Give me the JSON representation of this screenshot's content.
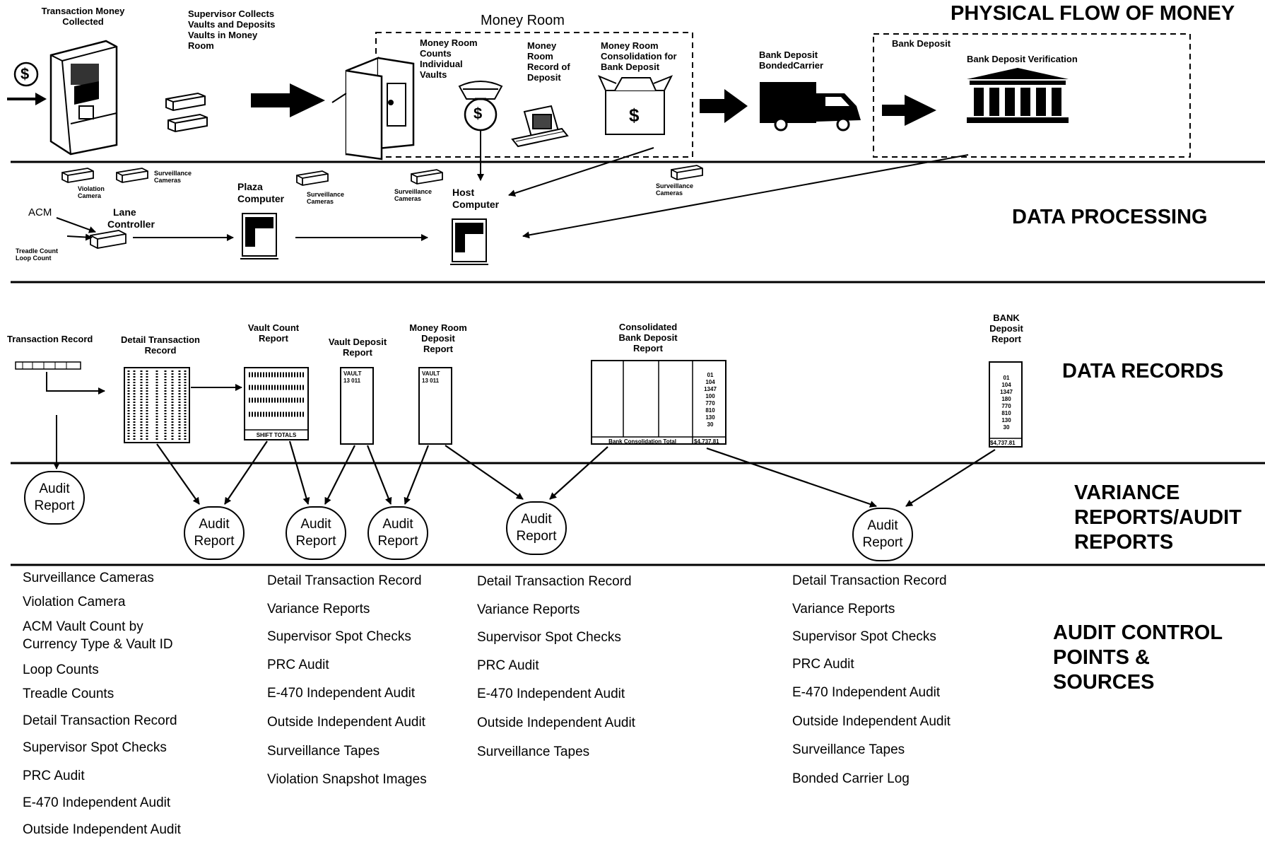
{
  "sections": {
    "physical_flow": "PHYSICAL FLOW OF MONEY",
    "data_processing": "DATA PROCESSING",
    "data_records": "DATA RECORDS",
    "variance_reports": [
      "VARIANCE",
      "REPORTS/AUDIT",
      "REPORTS"
    ],
    "audit_control": [
      "AUDIT CONTROL",
      "POINTS &",
      "SOURCES"
    ]
  },
  "physical": {
    "transaction_money": [
      "Transaction Money",
      "Collected"
    ],
    "supervisor_collects": [
      "Supervisor Collects",
      "Vaults and Deposits",
      "Vaults in Money",
      "Room"
    ],
    "money_room_title": "Money Room",
    "money_room_counts": [
      "Money Room",
      "Counts",
      "Individual",
      "Vaults"
    ],
    "money_room_record": [
      "Money",
      "Room",
      "Record of",
      "Deposit"
    ],
    "money_room_consolidation": [
      "Money Room",
      "Consolidation for",
      "Bank Deposit"
    ],
    "bank_deposit_carrier": [
      "Bank Deposit",
      "BondedCarrier"
    ],
    "bank_deposit_title": "Bank  Deposit",
    "bank_deposit_verification": "Bank Deposit Verification",
    "dollar_symbol": "$"
  },
  "processing": {
    "violation_camera": [
      "Violation",
      "Camera"
    ],
    "surveillance_cameras_1": [
      "Surveillance",
      "Cameras"
    ],
    "surveillance_cameras_2": [
      "Surveillance",
      "Cameras"
    ],
    "surveillance_cameras_3": [
      "Surveillance",
      "Cameras"
    ],
    "surveillance_cameras_4": [
      "Surveillance",
      "Cameras"
    ],
    "acm": "ACM",
    "lane_controller": [
      "Lane",
      "Controller"
    ],
    "treadle_loop": [
      "Treadle Count",
      "Loop Count"
    ],
    "plaza_computer": [
      "Plaza",
      "Computer"
    ],
    "host_computer": [
      "Host",
      "Computer"
    ]
  },
  "records": {
    "transaction_record": "Transaction Record",
    "detail_transaction_record": [
      "Detail Transaction",
      "Record"
    ],
    "vault_count_report": [
      "Vault Count",
      "Report"
    ],
    "vault_deposit_report": [
      "Vault Deposit",
      "Report"
    ],
    "money_room_deposit_report": [
      "Money Room",
      "Deposit",
      "Report"
    ],
    "consolidated_bank_deposit_report": [
      "Consolidated",
      "Bank Deposit",
      "Report"
    ],
    "bank_deposit_report": [
      "BANK",
      "Deposit",
      "Report"
    ],
    "shift_totals": "SHIFT TOTALS",
    "vault_label": "VAULT",
    "vault_id": "13 011",
    "bank_consolidation_total": "Bank Consolidation Total",
    "total_amount": "$4,737.81",
    "bank_values": [
      "01",
      "104",
      "1347",
      "180",
      "770",
      "810",
      "130",
      "30"
    ],
    "consolidated_col4": [
      "01",
      "104",
      "1347",
      "100",
      "770",
      "810",
      "130",
      "30"
    ]
  },
  "audit_reports": [
    {
      "line1": "Audit",
      "line2": "Report"
    },
    {
      "line1": "Audit",
      "line2": "Report"
    },
    {
      "line1": "Audit",
      "line2": "Report"
    },
    {
      "line1": "Audit",
      "line2": "Report"
    },
    {
      "line1": "Audit",
      "line2": "Report"
    },
    {
      "line1": "Audit",
      "line2": "Report"
    }
  ],
  "sources": {
    "col1": [
      "Surveillance Cameras",
      "Violation Camera",
      "ACM Vault Count by",
      "Currency Type & Vault ID",
      "Loop Counts",
      "Treadle Counts",
      "Detail Transaction Record",
      "Supervisor Spot Checks",
      "PRC Audit",
      "E-470  Independent Audit",
      "Outside Independent Audit"
    ],
    "col2": [
      "Detail Transaction Record",
      "Variance Reports",
      "Supervisor Spot Checks",
      "PRC Audit",
      "E-470  Independent Audit",
      "Outside Independent Audit",
      "Surveillance Tapes",
      "Violation Snapshot Images"
    ],
    "col3": [
      "Detail Transaction Record",
      "Variance Reports",
      "Supervisor Spot Checks",
      "PRC Audit",
      "E-470  Independent Audit",
      "Outside Independent Audit",
      "Surveillance Tapes"
    ],
    "col4": [
      "Detail Transaction Record",
      "Variance Reports",
      "Supervisor Spot Checks",
      "PRC Audit",
      "E-470  Independent Audit",
      "Outside Independent Audit",
      "Surveillance Tapes",
      "Bonded Carrier Log"
    ]
  }
}
